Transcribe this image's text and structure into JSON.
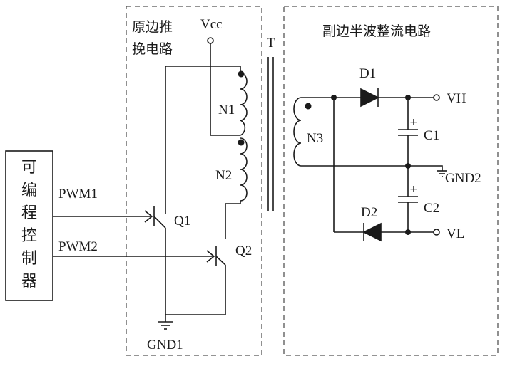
{
  "controller": {
    "label_chars": [
      "可",
      "编",
      "程",
      "控",
      "制",
      "器"
    ]
  },
  "primary": {
    "title_line1": "原边推",
    "title_line2": "挽电路"
  },
  "secondary": {
    "title": "副边半波整流电路"
  },
  "labels": {
    "vcc": "Vcc",
    "transformer": "T",
    "n1": "N1",
    "n2": "N2",
    "n3": "N3",
    "pwm1": "PWM1",
    "pwm2": "PWM2",
    "q1": "Q1",
    "q2": "Q2",
    "gnd1": "GND1",
    "d1": "D1",
    "d2": "D2",
    "c1": "C1",
    "c2": "C2",
    "c1_plus": "+",
    "c2_plus": "+",
    "vh": "VH",
    "gnd2": "GND2",
    "vl": "VL"
  }
}
